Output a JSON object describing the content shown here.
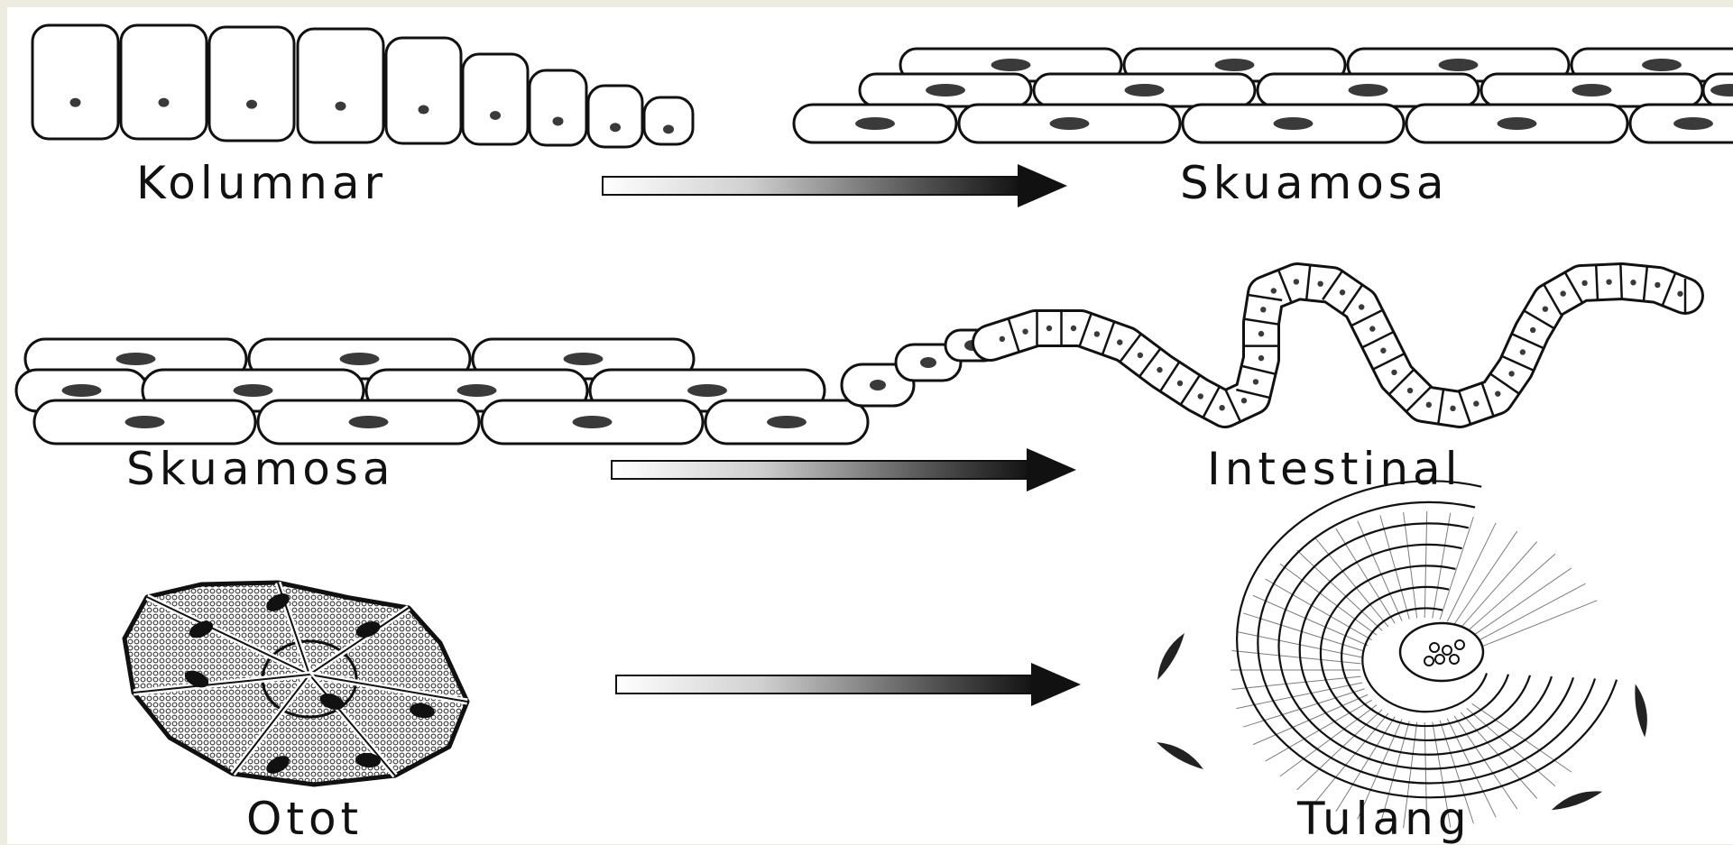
{
  "rows": [
    {
      "from": "Kolumnar",
      "to": "Skuamosa"
    },
    {
      "from": "Skuamosa",
      "to": "Intestinal"
    },
    {
      "from": "Otot",
      "to": "Tulang"
    }
  ],
  "colors": {
    "ink": "#111111",
    "nucleus": "#3a3a3a",
    "background": "#ffffff",
    "slide_frame": "#eeece1"
  }
}
